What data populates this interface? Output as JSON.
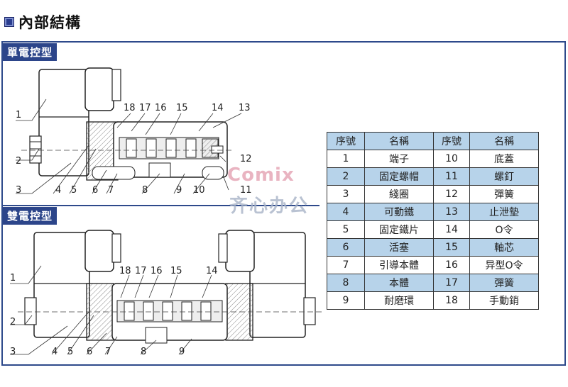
{
  "header": {
    "title": "內部結構"
  },
  "sections": {
    "single": "單電控型",
    "double": "雙電控型"
  },
  "watermark": {
    "brand": "Comix",
    "cn": "齐心办公"
  },
  "callouts_single": [
    "1",
    "2",
    "3",
    "4",
    "5",
    "6",
    "7",
    "8",
    "9",
    "10",
    "11",
    "12",
    "13",
    "14",
    "15",
    "16",
    "17",
    "18"
  ],
  "callouts_double": [
    "1",
    "2",
    "3",
    "4",
    "5",
    "6",
    "7",
    "8",
    "9",
    "14",
    "15",
    "16",
    "17",
    "18"
  ],
  "table": {
    "headers": [
      "序號",
      "名稱",
      "序號",
      "名稱"
    ],
    "rows": [
      [
        "1",
        "端子",
        "10",
        "底蓋"
      ],
      [
        "2",
        "固定螺帽",
        "11",
        "螺釘"
      ],
      [
        "3",
        "綫圈",
        "12",
        "彈簧"
      ],
      [
        "4",
        "可動鐵",
        "13",
        "止泄墊"
      ],
      [
        "5",
        "固定鐵片",
        "14",
        "O令"
      ],
      [
        "6",
        "活塞",
        "15",
        "軸芯"
      ],
      [
        "7",
        "引導本體",
        "16",
        "异型O令"
      ],
      [
        "8",
        "本體",
        "17",
        "彈簧"
      ],
      [
        "9",
        "耐磨環",
        "18",
        "手動銷"
      ]
    ]
  },
  "colors": {
    "accent": "#2c458a",
    "table_alt": "#b7d3ea"
  }
}
